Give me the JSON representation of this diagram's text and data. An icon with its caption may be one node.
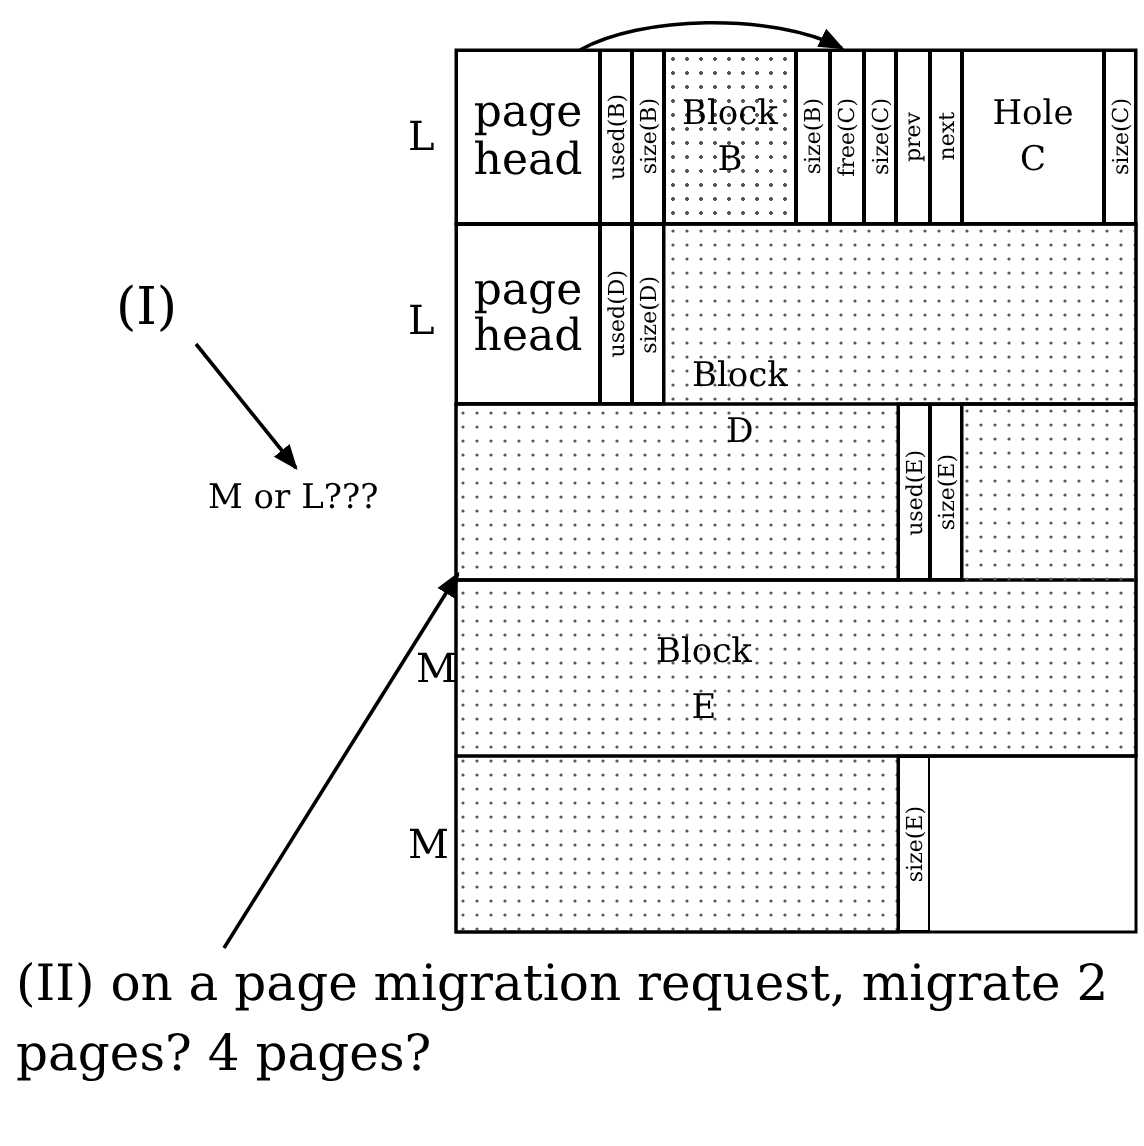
{
  "diagram": {
    "nodes": [
      {
        "text": [
          "page head"
        ]
      },
      {
        "text": [
          "used(B)"
        ]
      },
      {
        "text": [
          "size(B)"
        ]
      },
      {
        "text": [
          "Block B"
        ]
      },
      {
        "text": [
          "size(B)"
        ]
      },
      {
        "text": [
          "free(C)"
        ]
      },
      {
        "text": [
          "size(C)"
        ]
      },
      {
        "text": [
          "prev"
        ]
      },
      {
        "text": [
          "next"
        ]
      },
      {
        "text": [
          "Hole C"
        ]
      },
      {
        "text": [
          "size(C)"
        ]
      },
      {
        "text": [
          "page head"
        ]
      },
      {
        "text": [
          "used(D)"
        ]
      },
      {
        "text": [
          "size(D)"
        ]
      },
      {
        "text": [
          "Block D"
        ]
      },
      {
        "text": [
          "used(E)"
        ]
      },
      {
        "text": [
          "size(E)"
        ]
      },
      {
        "text": [
          "Block E"
        ]
      },
      {
        "text": [
          "size(E)"
        ]
      },
      {
        "text": [
          "(I)"
        ]
      },
      {
        "text": [
          "M or L???"
        ]
      },
      {
        "text": [
          "(II) on a page migration request, migrate 2 pages? 4 pages?"
        ]
      }
    ],
    "edges": [
      {
        "from": 0,
        "to": 5,
        "arrow": "to"
      },
      {
        "from": 19,
        "to": 20,
        "arrow": "to"
      },
      {
        "from": 21,
        "to": 14,
        "arrow": "to"
      }
    ],
    "labels": [
      "L",
      "L",
      "M",
      "M"
    ]
  }
}
